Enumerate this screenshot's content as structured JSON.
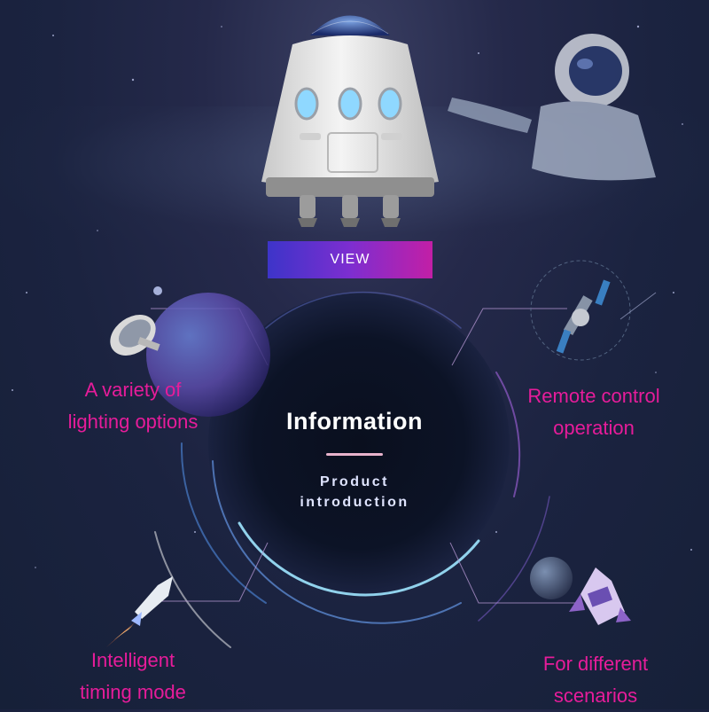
{
  "view_button": {
    "label": "VIEW"
  },
  "features": {
    "top_left": [
      "A variety of",
      "lighting options"
    ],
    "top_right": [
      "Remote control",
      "operation"
    ],
    "bottom_left": [
      "Intelligent",
      "timing mode"
    ],
    "bottom_right": [
      "For different",
      "scenarios"
    ]
  },
  "center": {
    "title": "Information",
    "subtitle_line1": "Product",
    "subtitle_line2": "introduction"
  },
  "colors": {
    "accent_pink": "#e61c9a",
    "button_gradient_start": "#3d34c9",
    "button_gradient_end": "#c21fa6",
    "background": "#1b2340"
  },
  "icons": [
    "space-capsule-icon",
    "astronaut-icon",
    "satellite-dish-icon",
    "satellite-icon",
    "rocket-icon",
    "shuttle-icon",
    "planet-icon"
  ]
}
